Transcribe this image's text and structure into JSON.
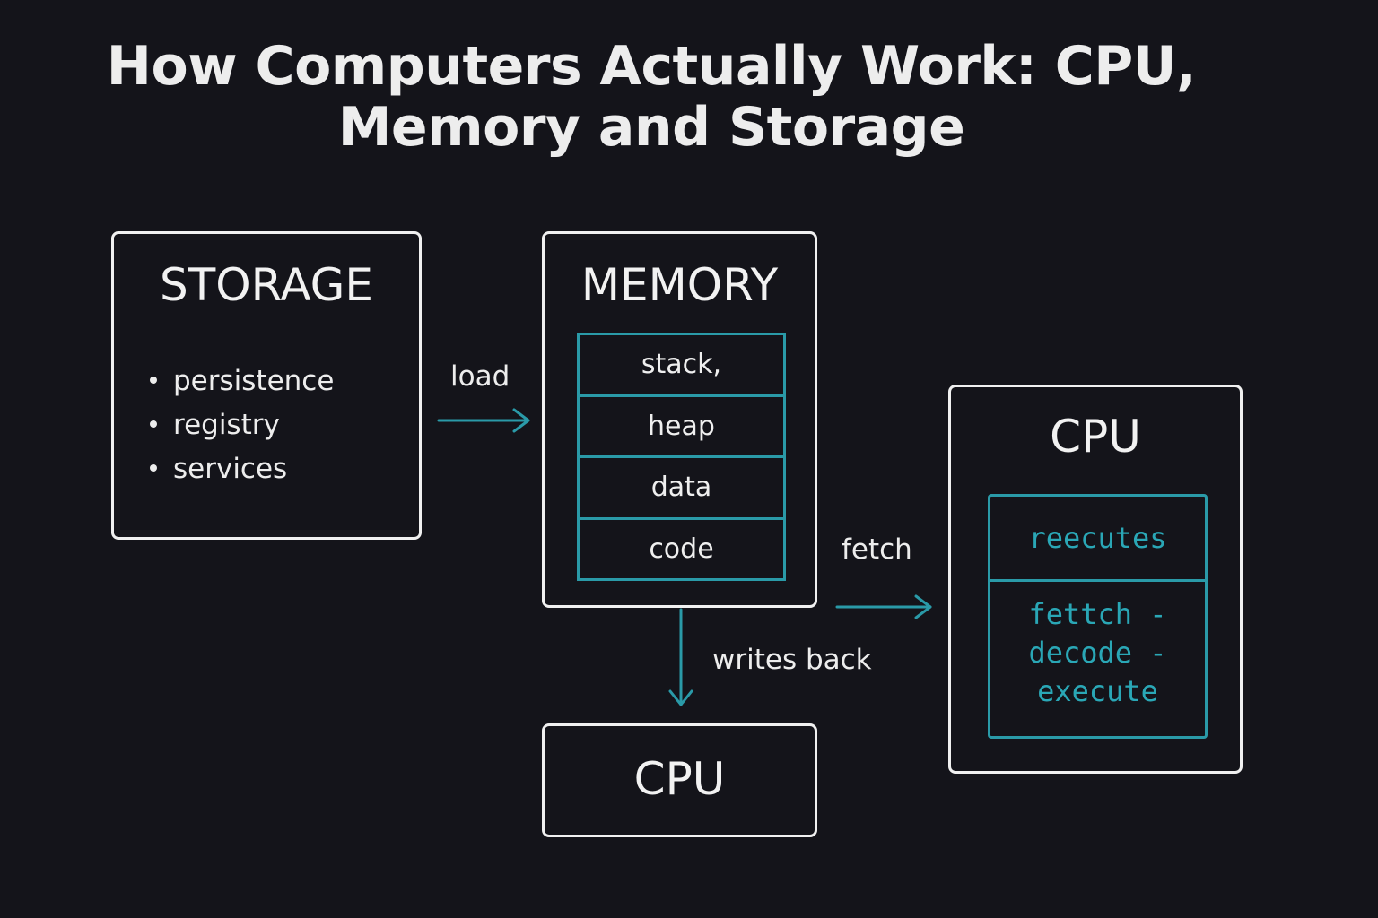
{
  "title": {
    "line1": "How Computers Actually Work: CPU,",
    "line2": "Memory and Storage"
  },
  "storage": {
    "heading": "STORAGE",
    "bullets": [
      "persistence",
      "registry",
      "services"
    ]
  },
  "memory": {
    "heading": "MEMORY",
    "segments": [
      "stack,",
      "heap",
      "data",
      "code"
    ]
  },
  "cpu_right": {
    "heading": "CPU",
    "top_cell": "reecutes",
    "bottom_lines": [
      "fettch -",
      "decode -",
      "execute"
    ]
  },
  "cpu_bottom": {
    "heading": "CPU"
  },
  "edges": {
    "load": "load",
    "fetch": "fetch",
    "writes_back": "writes back"
  },
  "colors": {
    "background": "#14141a",
    "accent": "#2a9aa8",
    "text": "#ededed",
    "box_border": "#f0f0f0"
  }
}
